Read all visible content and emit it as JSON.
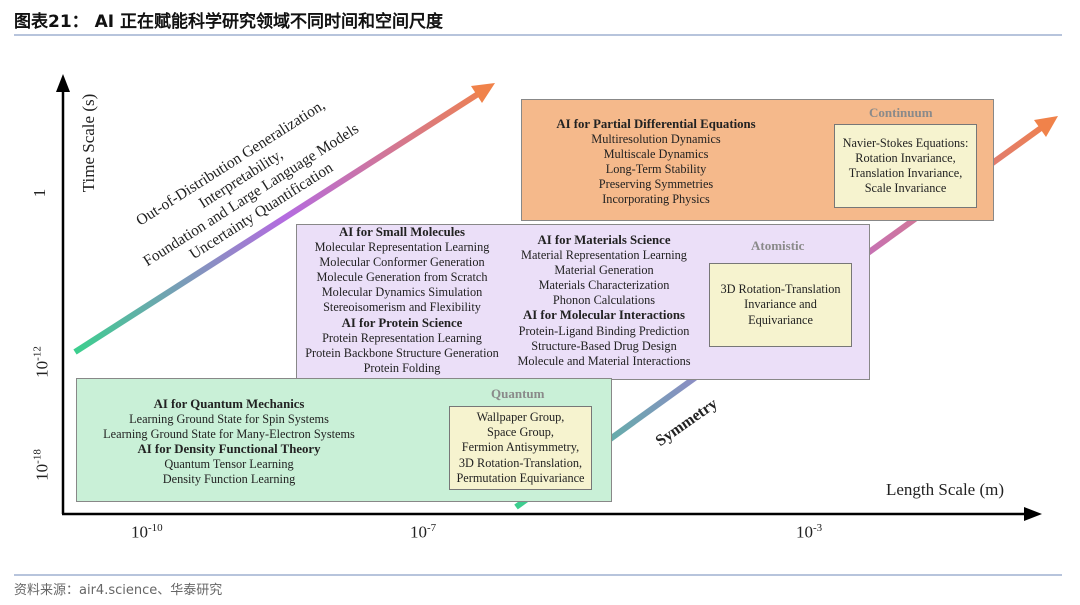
{
  "figure": {
    "title": "图表21：  AI 正在赋能科学研究领域不同时间和空间尺度",
    "source": "资料来源：air4.science、华泰研究"
  },
  "axes": {
    "y_label": "Time Scale (s)",
    "x_label": "Length Scale (m)",
    "y_ticks": [
      {
        "base": "1",
        "exp": ""
      },
      {
        "base": "10",
        "exp": "-12"
      },
      {
        "base": "10",
        "exp": "-18"
      }
    ],
    "x_ticks": [
      {
        "base": "10",
        "exp": "-10"
      },
      {
        "base": "10",
        "exp": "-7"
      },
      {
        "base": "10",
        "exp": "-3"
      }
    ]
  },
  "diagonal_text": {
    "lines": [
      "Out-of-Distribution Generalization,",
      "Interpretability,",
      "Foundation and Large Language Models",
      "Uncertainty Quantification"
    ]
  },
  "symmetry_label": "Symmetry",
  "continuum": {
    "badge": "Continuum",
    "color": "#f5b98b",
    "heading": "AI for Partial Differential Equations",
    "items": [
      "Multiresolution Dynamics",
      "Multiscale Dynamics",
      "Long-Term Stability",
      "Preserving Symmetries",
      "Incorporating Physics"
    ],
    "note": [
      "Navier-Stokes Equations:",
      "Rotation Invariance,",
      "Translation Invariance,",
      "Scale Invariance"
    ]
  },
  "atomistic": {
    "badge": "Atomistic",
    "color": "#ebdff8",
    "small_molecules": {
      "heading": "AI for Small Molecules",
      "items": [
        "Molecular Representation Learning",
        "Molecular Conformer Generation",
        "Molecule Generation from Scratch",
        "Molecular Dynamics Simulation",
        "Stereoisomerism and Flexibility"
      ]
    },
    "protein": {
      "heading": "AI for Protein Science",
      "items": [
        "Protein Representation Learning",
        "Protein Backbone Structure Generation",
        "Protein Folding"
      ]
    },
    "materials": {
      "heading": "AI for Materials Science",
      "items": [
        "Material Representation Learning",
        "Material Generation",
        "Materials Characterization",
        "Phonon Calculations"
      ]
    },
    "interactions": {
      "heading": "AI for Molecular Interactions",
      "items": [
        "Protein-Ligand Binding Prediction",
        "Structure-Based Drug Design",
        "Molecule and Material Interactions"
      ]
    },
    "note": [
      "3D Rotation-Translation",
      "Invariance and",
      "Equivariance"
    ]
  },
  "quantum": {
    "badge": "Quantum",
    "color": "#c9f0d7",
    "qm": {
      "heading": "AI for Quantum Mechanics",
      "items": [
        "Learning Ground State for Spin Systems",
        "Learning Ground State for Many-Electron Systems"
      ]
    },
    "dft": {
      "heading": "AI for Density Functional Theory",
      "items": [
        "Quantum Tensor Learning",
        "Density Function Learning"
      ]
    },
    "note": [
      "Wallpaper Group,",
      "Space Group,",
      "Fermion Antisymmetry,",
      "3D Rotation-Translation,",
      "Permutation Equivariance"
    ]
  },
  "colors": {
    "arrow_start": "#3ccf8e",
    "arrow_mid": "#b46be0",
    "arrow_end": "#f0824a",
    "axis": "#000000",
    "badge_text": "#8a8a8a",
    "note_fill": "#f6f3cf"
  }
}
